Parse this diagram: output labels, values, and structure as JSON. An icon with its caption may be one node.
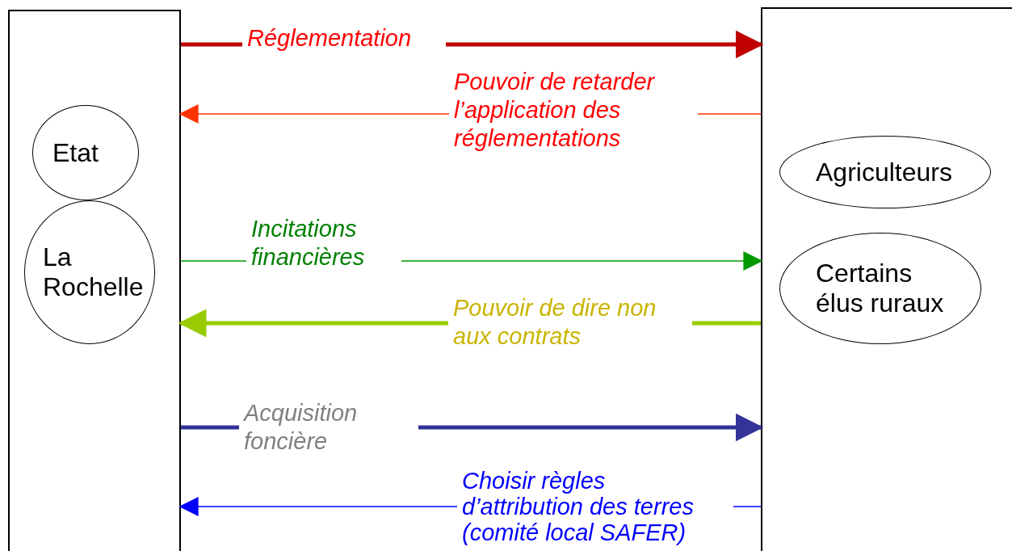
{
  "diagram": {
    "nodes": [
      {
        "text": [],
        "shape": "box"
      },
      {
        "text": [
          "Etat"
        ],
        "in": 0
      },
      {
        "text": [
          "La Rochelle"
        ],
        "in": 0
      },
      {
        "text": [],
        "shape": "box"
      },
      {
        "text": [
          "Agriculteurs"
        ],
        "in": 3
      },
      {
        "text": [
          "Certains élus ruraux"
        ],
        "in": 3
      }
    ],
    "edges": [
      {
        "from": 0,
        "to": 3,
        "arrow": "to",
        "label": "Réglementation",
        "style": "thick",
        "color": "#c00000"
      },
      {
        "from": 3,
        "to": 0,
        "arrow": "to",
        "label": "Pouvoir de retarder l’application des réglementations",
        "color": "#ff3300"
      },
      {
        "from": 0,
        "to": 3,
        "arrow": "to",
        "label": "Incitations financières",
        "color": "#009900"
      },
      {
        "from": 3,
        "to": 0,
        "arrow": "to",
        "label": "Pouvoir de dire non aux contrats",
        "style": "thick",
        "color": "#99cc00"
      },
      {
        "from": 0,
        "to": 3,
        "arrow": "to",
        "label": "Acquisition foncière",
        "style": "thick",
        "color": "#333399"
      },
      {
        "from": 3,
        "to": 0,
        "arrow": "to",
        "label": "Choisir règles d’attribution des terres (comité local SAFER)",
        "color": "#0000ff"
      }
    ]
  }
}
